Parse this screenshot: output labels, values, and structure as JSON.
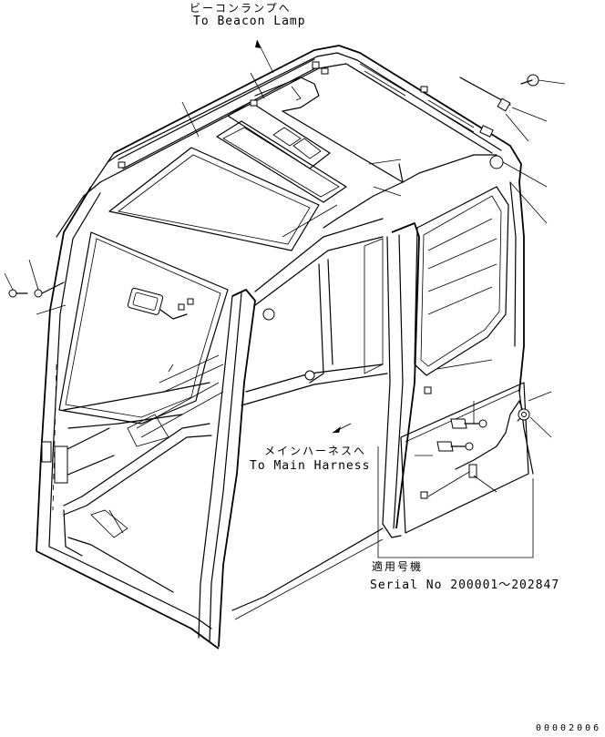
{
  "labels": {
    "beacon_jp": "ビーコンランプへ",
    "beacon_en": "To Beacon Lamp",
    "harness_jp": "メインハーネスへ",
    "harness_en": "To Main Harness",
    "serial_jp": "適用号機",
    "serial_en": "Serial No 200001～202847",
    "doc_number": "00002006"
  }
}
